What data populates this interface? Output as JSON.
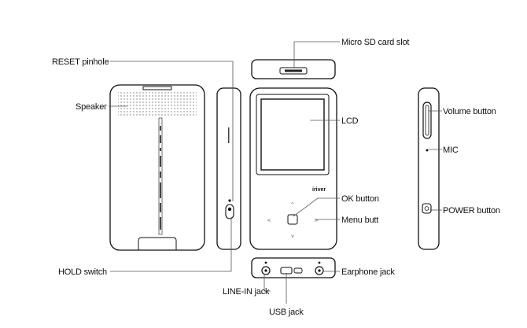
{
  "labels": {
    "micro_sd": "Micro SD card slot",
    "reset": "RESET pinhole",
    "speaker": "Speaker",
    "lcd": "LCD",
    "volume": "Volume button",
    "mic": "MIC",
    "ok": "OK button",
    "menu": "Menu butt",
    "power": "POWER button",
    "hold": "HOLD switch",
    "earphone": "Earphone jack",
    "line_in": "LINE-IN jack",
    "usb": "USB jack"
  },
  "device": {
    "brand": "iriver"
  }
}
